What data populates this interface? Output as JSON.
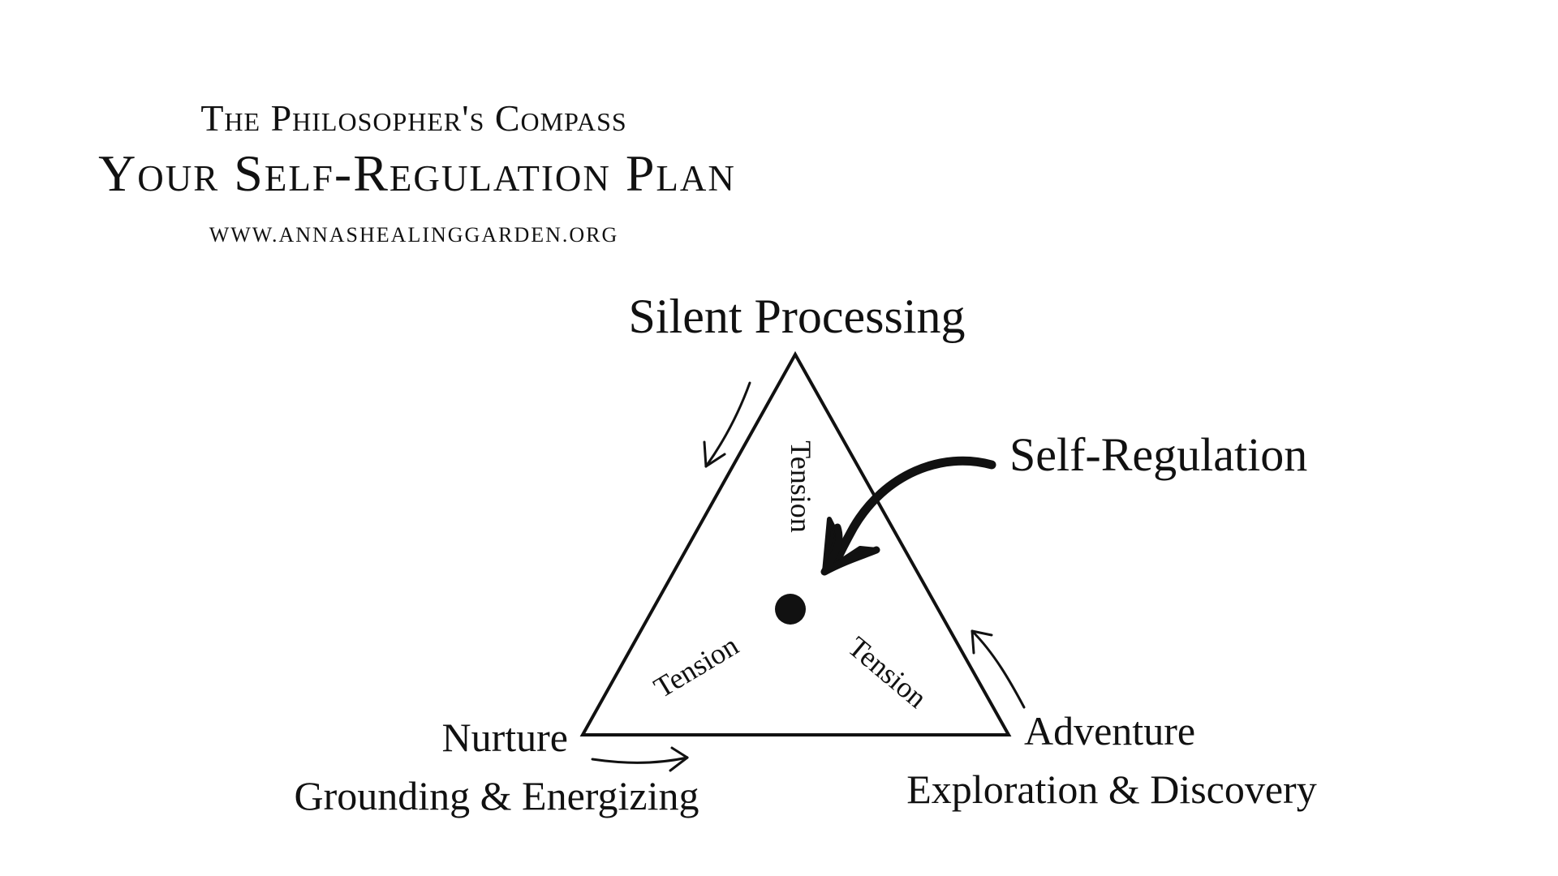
{
  "header": {
    "title": "The Philosopher's Compass",
    "subtitle": "Your Self-Regulation Plan",
    "url": "WWW.ANNASHEALINGGARDEN.ORG"
  },
  "diagram": {
    "vertices": {
      "top": "Silent Processing",
      "left": "Nurture",
      "left_sub": "Grounding & Energizing",
      "right": "Adventure",
      "right_sub": "Exploration & Discovery"
    },
    "center_label": "Self-Regulation",
    "tension_labels": [
      "Tension",
      "Tension",
      "Tension"
    ]
  }
}
